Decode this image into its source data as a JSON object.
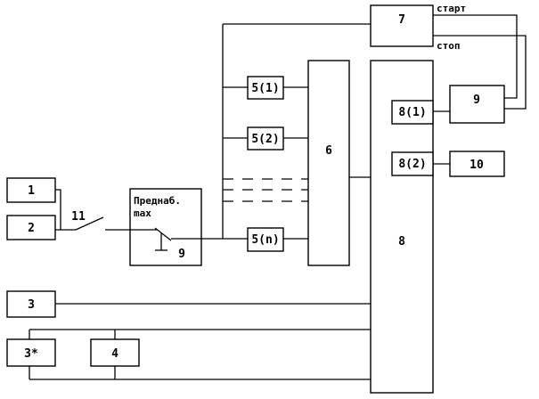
{
  "blocks": {
    "b1": "1",
    "b2": "2",
    "b3": "3",
    "b3s": "3*",
    "b4": "4",
    "b5_1": "5(1)",
    "b5_2": "5(2)",
    "b5_n": "5(n)",
    "b6": "6",
    "b7": "7",
    "b8": "8",
    "b8_1": "8(1)",
    "b8_2": "8(2)",
    "b9": "9",
    "b10": "10"
  },
  "preset_block": {
    "title_line1": "Преднаб.",
    "title_line2": "max",
    "switch_label": "9"
  },
  "switch11_label": "11",
  "signals": {
    "start": "старт",
    "stop": "стоп"
  }
}
